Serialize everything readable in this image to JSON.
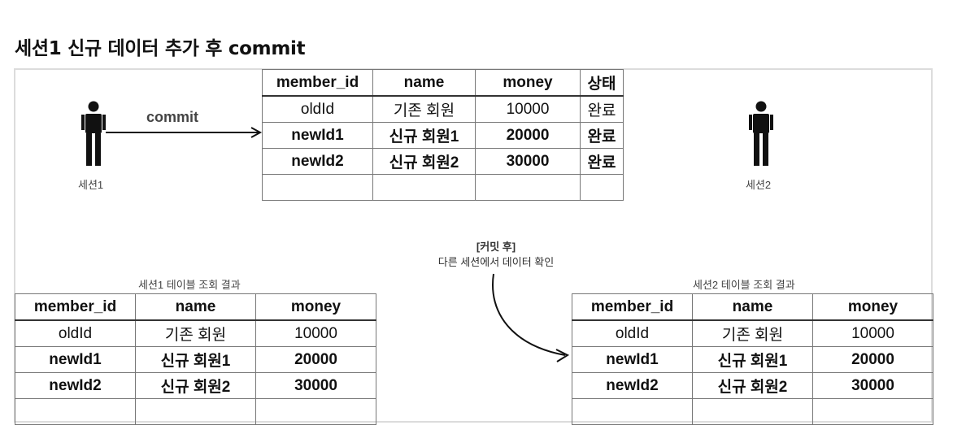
{
  "title": "세션1 신규 데이터 추가 후 commit",
  "commit_label": "commit",
  "session1_label": "세션1",
  "session2_label": "세션2",
  "note": {
    "line1": "[커밋 후]",
    "line2": "다른 세션에서 데이터 확인"
  },
  "top_table": {
    "headers": [
      "member_id",
      "name",
      "money",
      "상태"
    ],
    "rows": [
      [
        "oldId",
        "기존 회원",
        "10000",
        "완료"
      ],
      [
        "newId1",
        "신규 회원1",
        "20000",
        "완료"
      ],
      [
        "newId2",
        "신규 회원2",
        "30000",
        "완료"
      ],
      [
        "",
        "",
        "",
        ""
      ]
    ]
  },
  "left_table": {
    "caption": "세션1 테이블 조회 결과",
    "headers": [
      "member_id",
      "name",
      "money"
    ],
    "rows": [
      [
        "oldId",
        "기존 회원",
        "10000"
      ],
      [
        "newId1",
        "신규 회원1",
        "20000"
      ],
      [
        "newId2",
        "신규 회원2",
        "30000"
      ],
      [
        "",
        "",
        ""
      ]
    ]
  },
  "right_table": {
    "caption": "세션2 테이블 조회 결과",
    "headers": [
      "member_id",
      "name",
      "money"
    ],
    "rows": [
      [
        "oldId",
        "기존 회원",
        "10000"
      ],
      [
        "newId1",
        "신규 회원1",
        "20000"
      ],
      [
        "newId2",
        "신규 회원2",
        "30000"
      ],
      [
        "",
        "",
        ""
      ]
    ]
  }
}
